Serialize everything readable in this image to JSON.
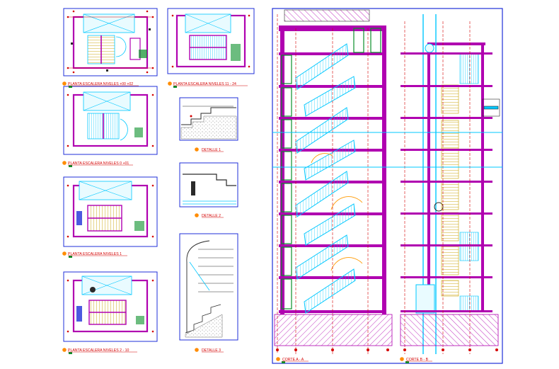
{
  "drawing": {
    "plan_titles": [
      "PLANTA ESCALERA NIVELES +00 +02",
      "PLANTA ESCALERA NIVELES 11 - 24",
      "PLANTA ESCALERA NIVELES 0 +01",
      "PLANTA ESCALERA NIVELES 1",
      "PLANTA ESCALERA NIVELES 2 - 10"
    ],
    "detail_titles": [
      "DETALLE 1",
      "DETALLE 2",
      "DETALLE 3"
    ],
    "section_titles": [
      "CORTE A - A",
      "CORTE B - B"
    ]
  },
  "colors": {
    "frame": "#1f2fd8",
    "wall": "#b000b0",
    "stair": "#00c8ff",
    "dim": "#d40000",
    "green": "#0a8f2a",
    "dark": "#2a2a2a",
    "yellow": "#c8a000"
  }
}
